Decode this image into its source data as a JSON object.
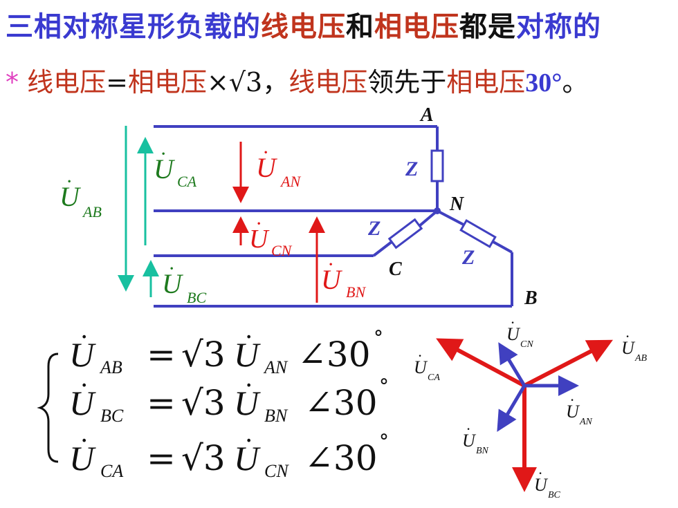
{
  "title": {
    "part1": "三相对称星形负载的",
    "part2": "线电压",
    "part3": "和",
    "part4": "相电压",
    "part5": "都是",
    "part6": "对称的"
  },
  "statement": {
    "bullet": "*",
    "line_voltage": "线电压",
    "equals": "=",
    "phase_voltage": "相电压",
    "times": "×",
    "sqrt": "√3",
    "comma": "，",
    "line_voltage2": "线电压",
    "leads": "领先于",
    "phase_voltage2": "相电压",
    "angle": "30°",
    "period": "。"
  },
  "circuit": {
    "node_a": "A",
    "node_b": "B",
    "node_c": "C",
    "node_n": "N",
    "impedance": "Z",
    "u_ab_sub": "AB",
    "u_ca_sub": "CA",
    "u_bc_sub": "BC",
    "u_an_sub": "AN",
    "u_cn_sub": "CN",
    "u_bn_sub": "BN",
    "u_letter": "U"
  },
  "equations": [
    {
      "lhs_sub": "AB",
      "rhs_sub": "AN",
      "angle": "∠30"
    },
    {
      "lhs_sub": "BC",
      "rhs_sub": "BN",
      "angle": "∠30"
    },
    {
      "lhs_sub": "CA",
      "rhs_sub": "CN",
      "angle": "∠30"
    }
  ],
  "equation_parts": {
    "u": "U",
    "equals": "=",
    "sqrt3": "√3",
    "degree": "°"
  },
  "phasor": {
    "u_ab": "AB",
    "u_bc": "BC",
    "u_ca": "CA",
    "u_an": "AN",
    "u_bn": "BN",
    "u_cn": "CN"
  },
  "colors": {
    "title_blue": "#3a3ad0",
    "title_red": "#c0341d",
    "circuit_blue": "#4040c0",
    "line_green": "#1e7a1e",
    "arrow_teal": "#18c0a0",
    "arrow_red": "#e01818"
  }
}
